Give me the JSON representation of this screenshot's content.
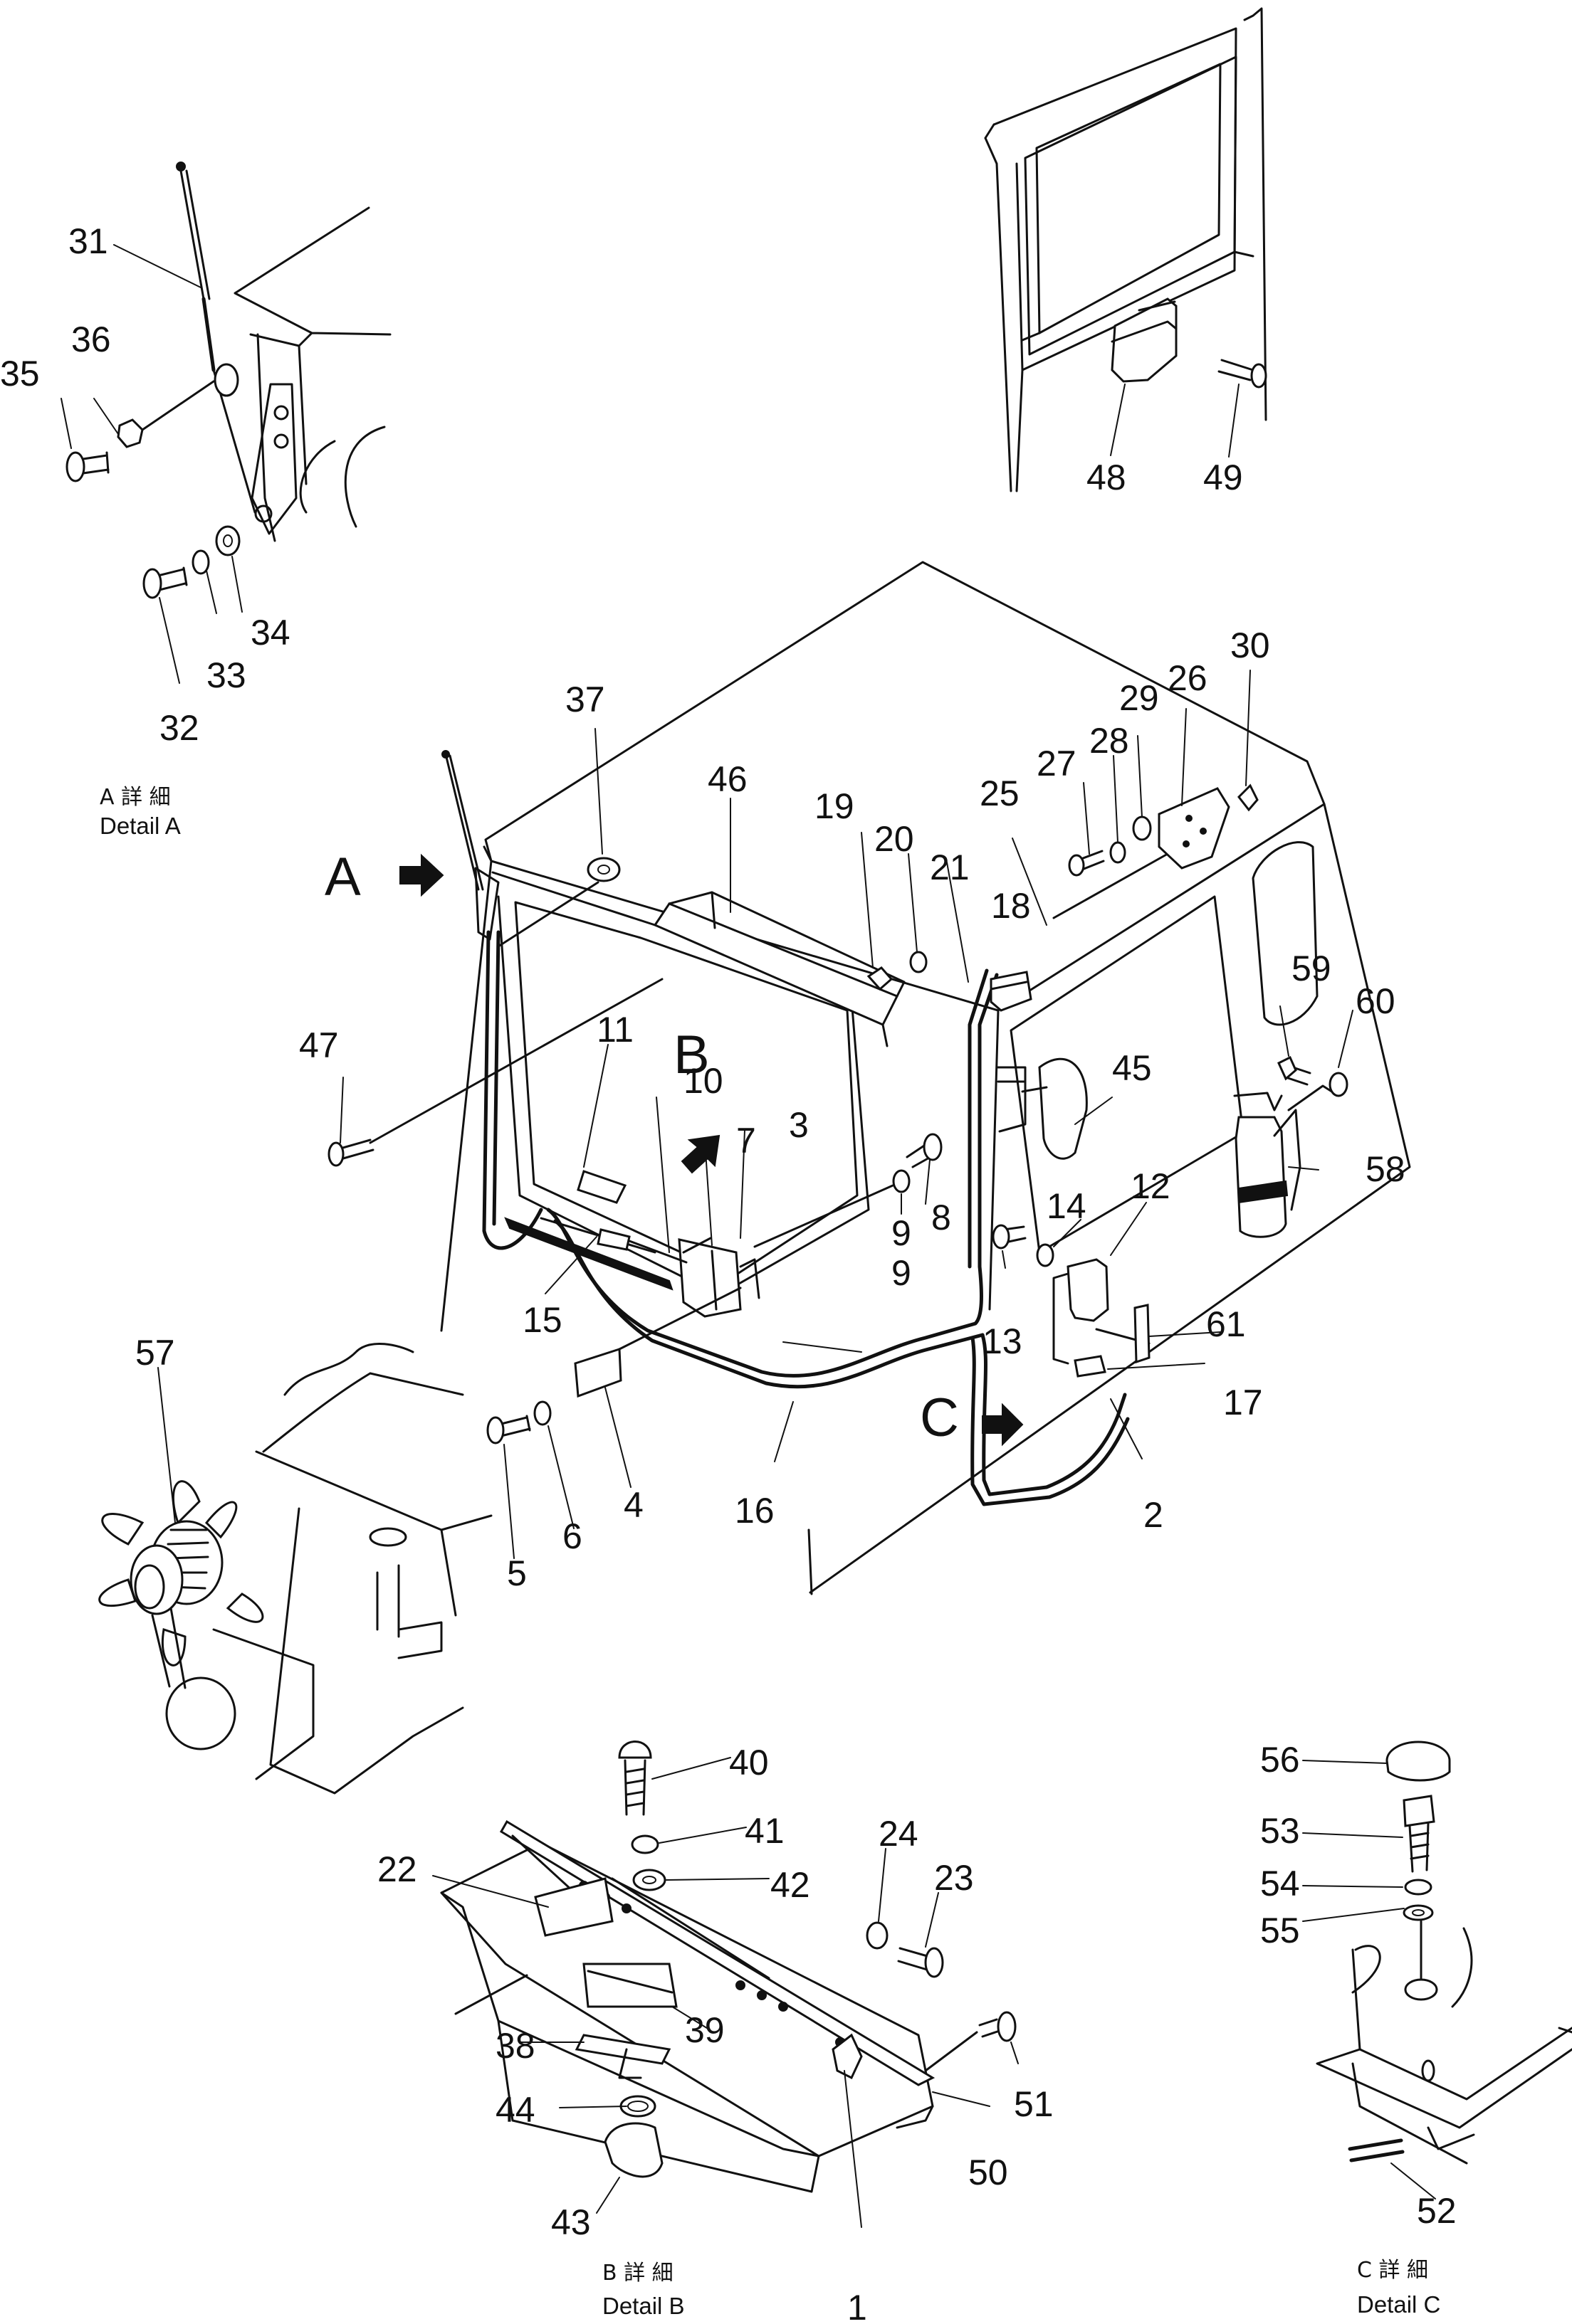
{
  "details": {
    "a": {
      "jp": "A 詳 細",
      "en": "Detail A",
      "arrow_letter": "A"
    },
    "b": {
      "jp": "B 詳 細",
      "en": "Detail B",
      "arrow_letter": "B"
    },
    "c": {
      "jp": "C 詳 細",
      "en": "Detail C",
      "arrow_letter": "C"
    }
  },
  "labels": {
    "n1": "1",
    "n2": "2",
    "n3": "3",
    "n4": "4",
    "n5": "5",
    "n6": "6",
    "n7": "7",
    "n8": "8",
    "n9a": "9",
    "n9b": "9",
    "n10": "10",
    "n11": "11",
    "n12": "12",
    "n13": "13",
    "n14": "14",
    "n15": "15",
    "n16": "16",
    "n17": "17",
    "n18": "18",
    "n19": "19",
    "n20": "20",
    "n21": "21",
    "n22": "22",
    "n23": "23",
    "n24": "24",
    "n25": "25",
    "n26": "26",
    "n27": "27",
    "n28": "28",
    "n29": "29",
    "n30": "30",
    "n31": "31",
    "n32": "32",
    "n33": "33",
    "n34": "34",
    "n35": "35",
    "n36": "36",
    "n37": "37",
    "n38": "38",
    "n39": "39",
    "n40": "40",
    "n41": "41",
    "n42": "42",
    "n43": "43",
    "n44": "44",
    "n45": "45",
    "n46": "46",
    "n47": "47",
    "n48": "48",
    "n49": "49",
    "n50": "50",
    "n51": "51",
    "n52": "52",
    "n53": "53",
    "n54": "54",
    "n55": "55",
    "n56": "56",
    "n57": "57",
    "n58": "58",
    "n59": "59",
    "n60": "60",
    "n61": "61"
  }
}
